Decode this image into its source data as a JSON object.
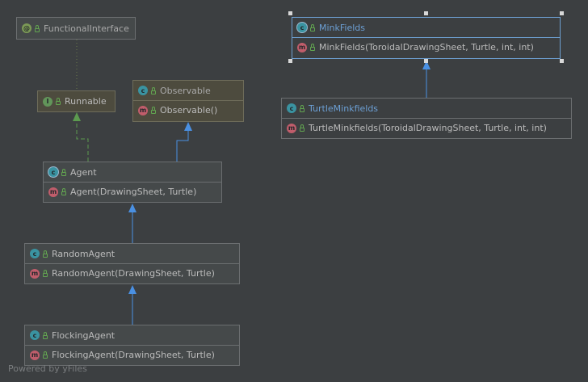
{
  "nodes": {
    "functional_interface": {
      "name": "FunctionalInterface",
      "kind_icon": "annotation-icon"
    },
    "runnable": {
      "name": "Runnable",
      "kind_icon": "interface-icon"
    },
    "observable": {
      "name": "Observable",
      "kind_icon": "class-icon",
      "members": [
        "Observable()"
      ]
    },
    "agent": {
      "name": "Agent",
      "kind_icon": "class-icon",
      "members": [
        "Agent(DrawingSheet, Turtle)"
      ]
    },
    "random_agent": {
      "name": "RandomAgent",
      "kind_icon": "class-icon",
      "members": [
        "RandomAgent(DrawingSheet, Turtle)"
      ]
    },
    "flocking_agent": {
      "name": "FlockingAgent",
      "kind_icon": "class-icon",
      "members": [
        "FlockingAgent(DrawingSheet, Turtle)"
      ]
    },
    "mink_fields": {
      "name": "MinkFields",
      "kind_icon": "class-icon",
      "members": [
        "MinkFields(ToroidalDrawingSheet, Turtle, int, int)"
      ]
    },
    "turtle_minkfields": {
      "name": "TurtleMinkfields",
      "kind_icon": "class-icon",
      "members": [
        "TurtleMinkfields(ToroidalDrawingSheet, Turtle, int, int)"
      ]
    }
  },
  "badges": {
    "class": "c",
    "interface": "I",
    "annotation": "@",
    "method": "m"
  },
  "footer": "Powered by yFiles",
  "colors": {
    "background": "#3c3f41",
    "extends_arrow": "#4a90e2",
    "implements_arrow": "#5c9a4f",
    "annotation_link": "#6a7a4a",
    "selection": "#6d9fd1"
  }
}
